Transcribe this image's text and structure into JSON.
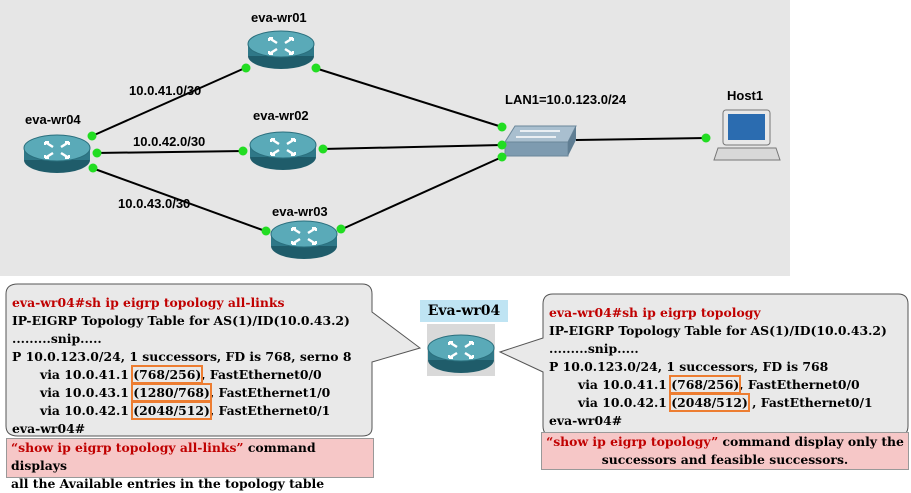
{
  "topology": {
    "routers": {
      "wr01": "eva-wr01",
      "wr02": "eva-wr02",
      "wr03": "eva-wr03",
      "wr04": "eva-wr04"
    },
    "switch_label": "LAN1=10.0.123.0/24",
    "host_label": "Host1",
    "links": {
      "l41": "10.0.41.0/30",
      "l42": "10.0.42.0/30",
      "l43": "10.0.43.0/30"
    }
  },
  "center_title": "Eva-wr04",
  "left_bubble": {
    "lines": [
      "eva-wr04#sh ip eigrp topology all-links",
      "IP-EIGRP Topology Table for AS(1)/ID(10.0.43.2)",
      ".........snip.....",
      "P 10.0.123.0/24, 1 successors, FD is 768, serno 8"
    ],
    "via1": {
      "pre": "via 10.0.41.1 ",
      "box": "(768/256)",
      "post": ", FastEthernet0/0"
    },
    "via2": {
      "pre": "via 10.0.43.1 ",
      "box": "(1280/768)",
      "post": ", FastEthernet1/0"
    },
    "via3": {
      "pre": "via 10.0.42.1 ",
      "box": "(2048/512)",
      "post": ", FastEthernet0/1"
    },
    "prompt": "eva-wr04#",
    "note_cmd": "“show ip eigrp topology all-links”",
    "note_rest1": " command displays",
    "note_rest2": "all the Available entries in the topology table"
  },
  "right_bubble": {
    "lines": [
      "eva-wr04#sh ip eigrp topology",
      "IP-EIGRP Topology Table for AS(1)/ID(10.0.43.2)",
      ".........snip.....",
      "P 10.0.123.0/24, 1 successors, FD is 768"
    ],
    "via1": {
      "pre": "via 10.0.41.1 ",
      "box": "(768/256)",
      "post": ", FastEthernet0/0"
    },
    "via2": {
      "pre": "via 10.0.42.1 ",
      "box": "(2048/512)",
      "post": " , FastEthernet0/1"
    },
    "prompt": "eva-wr04#",
    "note_cmd": "“show ip eigrp topology”",
    "note_rest1": " command display only the",
    "note_rest2": "successors and feasible successors."
  },
  "colors": {
    "link_dot": "#22dd22",
    "router_body": "#3d8e9e",
    "highlight_box": "#ed7d31",
    "note_bg": "#f6c7c7",
    "title_bg": "#bfe4f3",
    "command_red": "#c00000"
  }
}
